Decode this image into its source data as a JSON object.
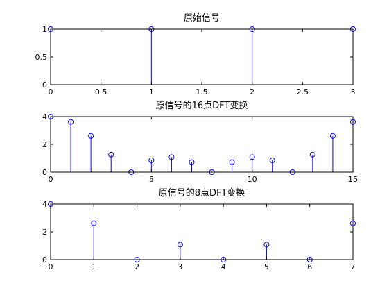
{
  "chart_data": [
    {
      "type": "stem",
      "title": "原始信号",
      "x": [
        0,
        1,
        2,
        3
      ],
      "y": [
        1,
        1,
        1,
        1
      ],
      "xlim": [
        0,
        3
      ],
      "ylim": [
        0,
        1
      ],
      "xticks": [
        0,
        0.5,
        1,
        1.5,
        2,
        2.5,
        3
      ],
      "xtick_labels": [
        "0",
        "0.5",
        "1",
        "1.5",
        "2",
        "2.5",
        "3"
      ],
      "yticks": [
        0,
        0.5,
        1
      ],
      "ytick_labels": [
        "0",
        "0.5",
        "1"
      ],
      "marker": "open-circle",
      "color": "#0000ff",
      "grid": false
    },
    {
      "type": "stem",
      "title": "原信号的16点DFT变换",
      "x": [
        0,
        1,
        2,
        3,
        4,
        5,
        6,
        7,
        8,
        9,
        10,
        11,
        12,
        13,
        14,
        15
      ],
      "y": [
        4,
        3.62,
        2.61,
        1.26,
        0,
        0.85,
        1.08,
        0.72,
        0,
        0.72,
        1.08,
        0.85,
        0,
        1.26,
        2.61,
        3.62
      ],
      "xlim": [
        0,
        15
      ],
      "ylim": [
        0,
        4
      ],
      "xticks": [
        0,
        5,
        10,
        15
      ],
      "xtick_labels": [
        "0",
        "5",
        "10",
        "15"
      ],
      "yticks": [
        0,
        2,
        4
      ],
      "ytick_labels": [
        "0",
        "2",
        "4"
      ],
      "marker": "open-circle",
      "color": "#0000ff",
      "grid": false
    },
    {
      "type": "stem",
      "title": "原信号的8点DFT变换",
      "x": [
        0,
        1,
        2,
        3,
        4,
        5,
        6,
        7
      ],
      "y": [
        4,
        2.61,
        0,
        1.08,
        0,
        1.08,
        0,
        2.61
      ],
      "xlim": [
        0,
        7
      ],
      "ylim": [
        0,
        4
      ],
      "xticks": [
        0,
        1,
        2,
        3,
        4,
        5,
        6,
        7
      ],
      "xtick_labels": [
        "0",
        "1",
        "2",
        "3",
        "4",
        "5",
        "6",
        "7"
      ],
      "yticks": [
        0,
        2,
        4
      ],
      "ytick_labels": [
        "0",
        "2",
        "4"
      ],
      "marker": "open-circle",
      "color": "#0000ff",
      "grid": false
    }
  ]
}
